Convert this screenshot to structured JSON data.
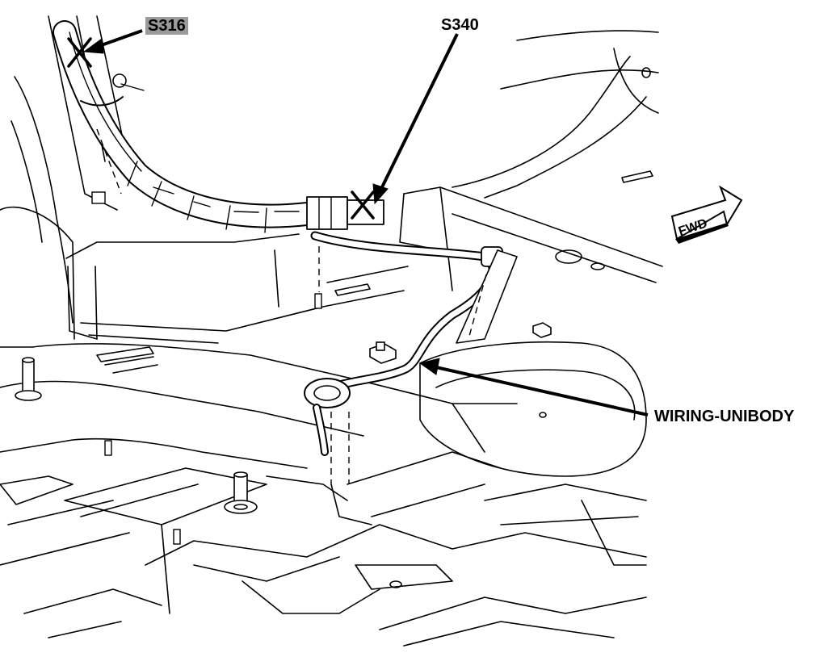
{
  "labels": {
    "splice_1": "S316",
    "splice_2": "S340",
    "wiring": "WIRING-UNIBODY",
    "direction": "FWD"
  },
  "colors": {
    "line": "#000000",
    "background": "#ffffff",
    "label_highlight": "#9a9a9a"
  }
}
